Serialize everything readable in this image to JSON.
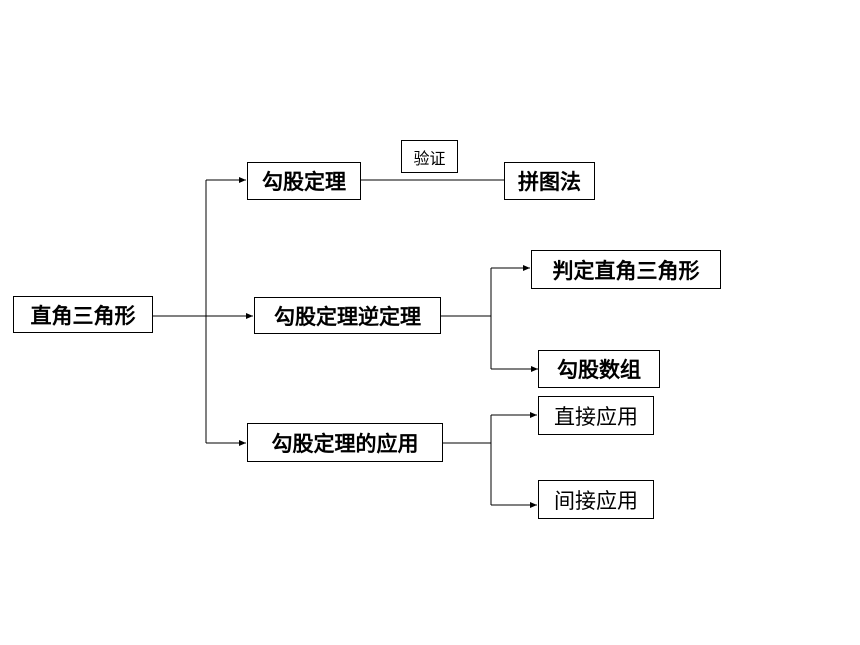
{
  "nodes": {
    "root": "直角三角形",
    "pythagorean_theorem": "勾股定理",
    "proof_label": "验证",
    "puzzle_method": "拼图法",
    "converse_theorem": "勾股定理逆定理",
    "judge_right_triangle": "判定直角三角形",
    "pythagorean_triples": "勾股数组",
    "theorem_application": "勾股定理的应用",
    "direct_application": "直接应用",
    "indirect_application": "间接应用"
  },
  "colors": {
    "line": "#000000",
    "box_border": "#000000",
    "background": "#ffffff"
  }
}
